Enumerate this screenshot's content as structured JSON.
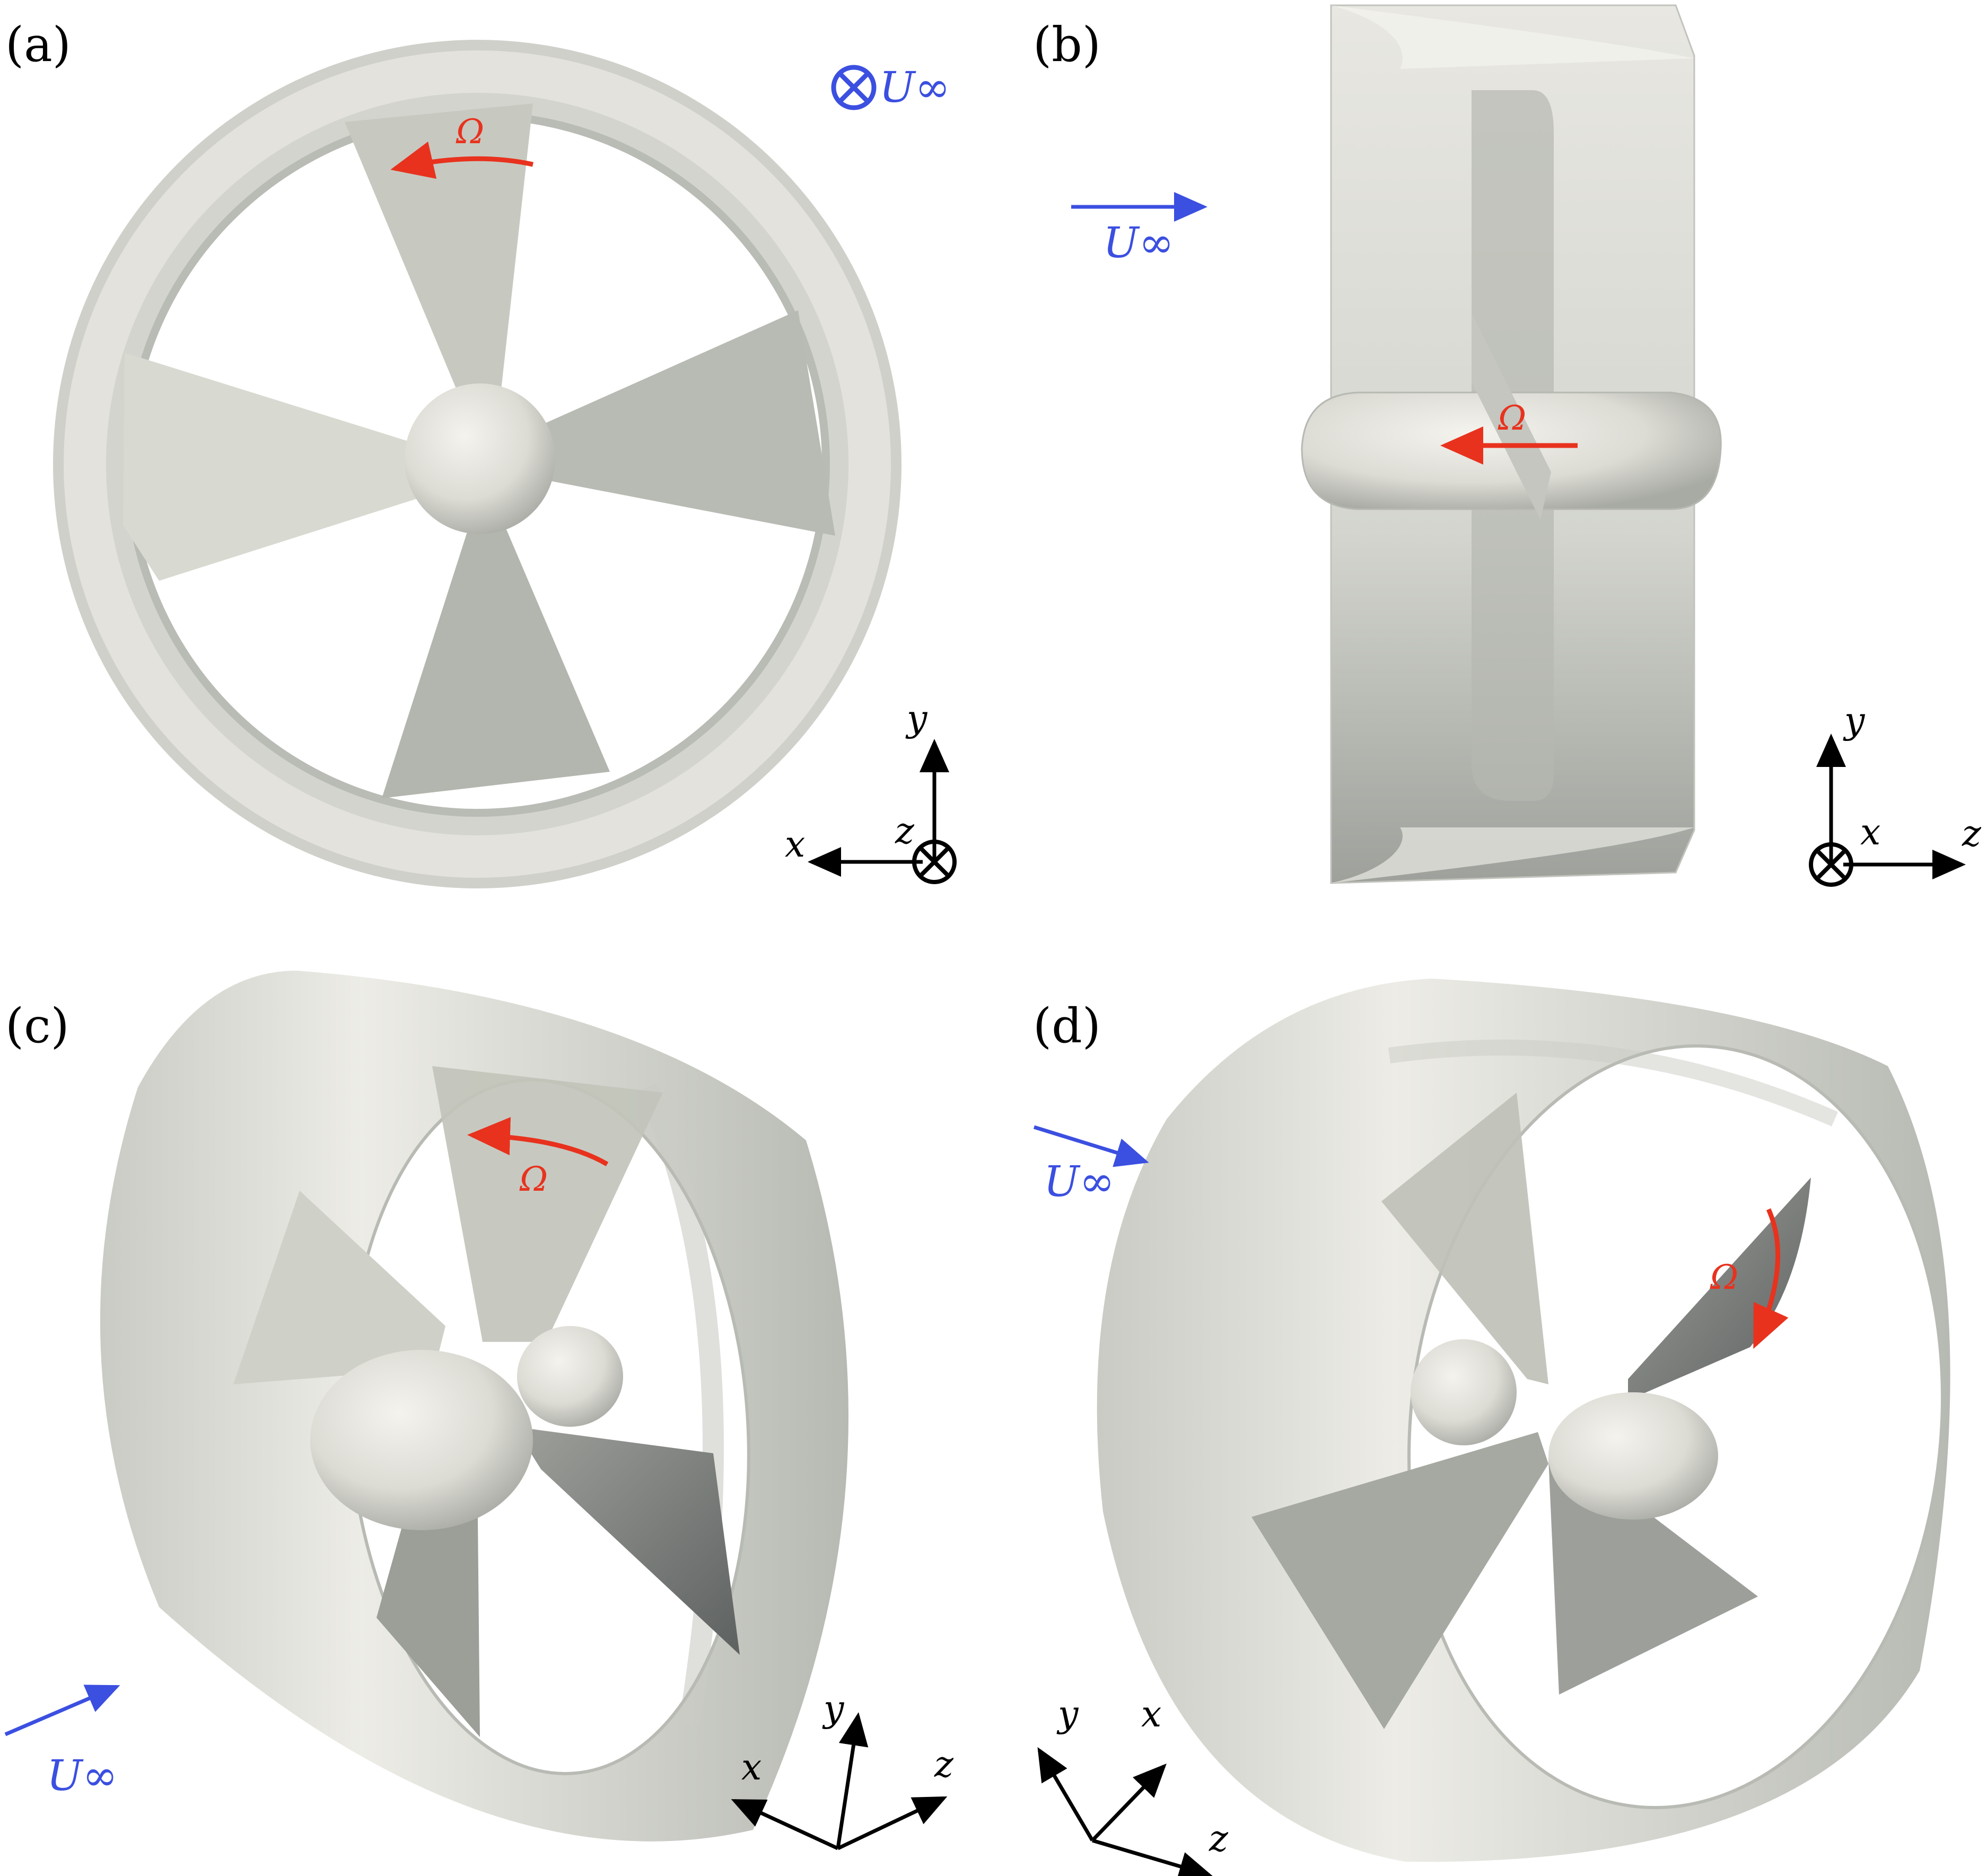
{
  "colors": {
    "flow": "#3b4fe0",
    "rotation": "#e8321e",
    "axes": "#000000",
    "duct_light": "#e6e5df",
    "duct_dark": "#a9aca6",
    "blade": "#c9cbc2",
    "hub": "#e4e3dd"
  },
  "panels": {
    "a": {
      "label": "(a)",
      "flow": "U∞",
      "omega": "Ω",
      "axes": {
        "x": "x",
        "y": "y",
        "z": "z"
      }
    },
    "b": {
      "label": "(b)",
      "flow": "U∞",
      "omega": "Ω",
      "axes": {
        "x": "x",
        "y": "y",
        "z": "z"
      }
    },
    "c": {
      "label": "(c)",
      "flow": "U∞",
      "omega": "Ω",
      "axes": {
        "x": "x",
        "y": "y",
        "z": "z"
      }
    },
    "d": {
      "label": "(d)",
      "flow": "U∞",
      "omega": "Ω",
      "axes": {
        "x": "x",
        "y": "y",
        "z": "z"
      }
    }
  }
}
